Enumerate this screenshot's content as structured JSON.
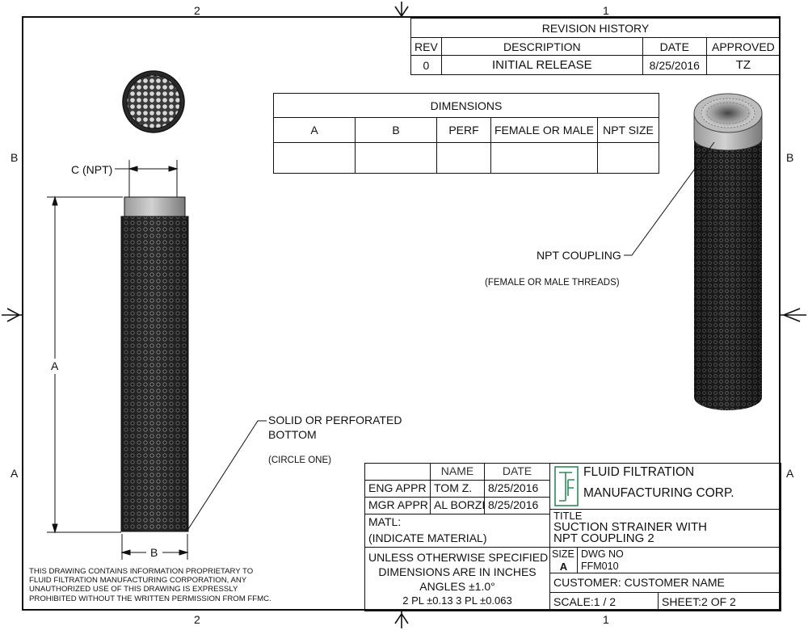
{
  "zones": {
    "top_left": "2",
    "top_right": "1",
    "bottom_left": "2",
    "bottom_right": "1",
    "left_upper": "B",
    "left_lower": "A",
    "right_upper": "B",
    "right_lower": "A"
  },
  "revision_history": {
    "title": "REVISION HISTORY",
    "headers": [
      "REV",
      "DESCRIPTION",
      "DATE",
      "APPROVED"
    ],
    "row": [
      "0",
      "INITIAL RELEASE",
      "8/25/2016",
      "TZ"
    ]
  },
  "dimensions_table": {
    "title": "DIMENSIONS",
    "headers": [
      "A",
      "B",
      "PERF",
      "FEMALE OR MALE",
      "NPT SIZE"
    ]
  },
  "callouts": {
    "c_npt": "C (NPT)",
    "dim_a": "A",
    "dim_b": "B",
    "bottom_1": "SOLID OR PERFORATED",
    "bottom_2": "BOTTOM",
    "circle_one": "(CIRCLE ONE)",
    "npt_coupling": "NPT COUPLING",
    "threads": "(FEMALE OR MALE THREADS)"
  },
  "proprietary_notice": "THIS DRAWING CONTAINS INFORMATION PROPRIETARY TO FLUID FILTRATION MANUFACTURING CORPORATION, ANY UNAUTHORIZED USE OF THIS DRAWING IS EXPRESSLY PROHIBITED WITHOUT THE WRITTEN PERMISSION FROM FFMC.",
  "title_block": {
    "name_header": "NAME",
    "date_header": "DATE",
    "eng_appr": "ENG APPR",
    "eng_name": "TOM Z.",
    "eng_date": "8/25/2016",
    "mgr_appr": "MGR APPR",
    "mgr_name": "AL BORZI",
    "mgr_date": "8/25/2016",
    "matl": "MATL:",
    "matl_value": "(INDICATE MATERIAL)",
    "tolerance_1": "UNLESS OTHERWISE SPECIFIED",
    "tolerance_2": "DIMENSIONS ARE IN INCHES",
    "tolerance_3": "ANGLES ±1.0°",
    "tolerance_4": "2 PL ±0.13 3 PL ±0.063",
    "company_1": "FLUID FILTRATION",
    "company_2": "MANUFACTURING CORP.",
    "title_label": "TITLE",
    "title_1": "SUCTION STRAINER WITH",
    "title_2": "NPT COUPLING 2",
    "size_label": "SIZE",
    "size_value": "A",
    "dwg_label": "DWG NO",
    "dwg_value": "FFM010",
    "customer": "CUSTOMER: CUSTOMER NAME",
    "scale": "SCALE:1 / 2",
    "sheet": "SHEET:2  OF 2"
  }
}
